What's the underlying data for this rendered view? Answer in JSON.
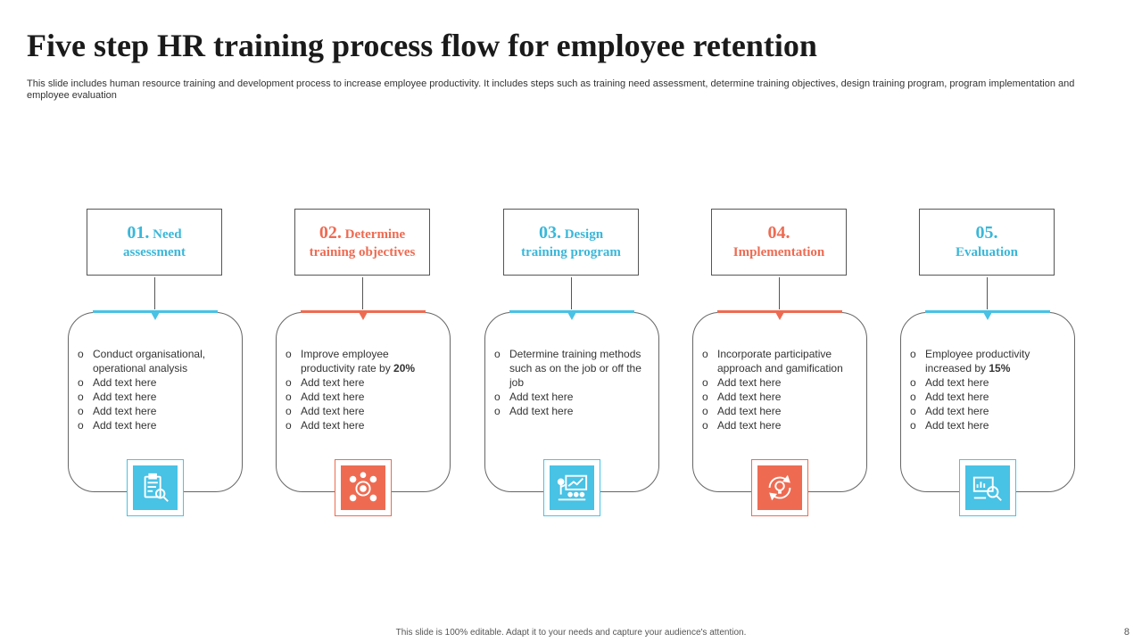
{
  "title": "Five step HR training process flow for employee retention",
  "subtitle": "This slide includes human resource training and development process to increase employee productivity. It includes steps such as training need assessment, determine training objectives, design training program, program implementation and employee evaluation",
  "colors": {
    "blue": "#48c2e5",
    "red": "#ee6b52"
  },
  "steps": [
    {
      "number": "01.",
      "title_rest": "Need",
      "title_line2": "assessment",
      "color": "blue",
      "icon": "clipboard-search-icon",
      "bullets": [
        {
          "text": "Conduct organisational, operational analysis"
        },
        {
          "text": "Add text here"
        },
        {
          "text": "Add text here"
        },
        {
          "text": "Add text here"
        },
        {
          "text": "Add text here"
        }
      ]
    },
    {
      "number": "02.",
      "title_rest": "Determine",
      "title_line2": "training objectives",
      "color": "red",
      "icon": "target-people-icon",
      "bullets": [
        {
          "text": "Improve employee productivity rate by ",
          "bold": "20%"
        },
        {
          "text": "Add text here"
        },
        {
          "text": "Add text here"
        },
        {
          "text": "Add text here"
        },
        {
          "text": "Add text here"
        }
      ]
    },
    {
      "number": "03.",
      "title_rest": "Design",
      "title_line2": "training program",
      "color": "blue",
      "icon": "presentation-board-icon",
      "bullets": [
        {
          "text": "Determine training methods such as on the job or off the job"
        },
        {
          "text": "Add text here"
        },
        {
          "text": "Add text here"
        }
      ]
    },
    {
      "number": "04.",
      "title_rest": "",
      "title_line2": "Implementation",
      "color": "red",
      "icon": "lightbulb-cycle-icon",
      "bullets": [
        {
          "text": "Incorporate participative approach and gamification"
        },
        {
          "text": "Add text here"
        },
        {
          "text": "Add text here"
        },
        {
          "text": "Add text here"
        },
        {
          "text": "Add text here"
        }
      ]
    },
    {
      "number": "05.",
      "title_rest": "",
      "title_line2": "Evaluation",
      "color": "blue",
      "icon": "chart-magnifier-icon",
      "bullets": [
        {
          "text": "Employee productivity increased by ",
          "bold": "15%"
        },
        {
          "text": "Add text here"
        },
        {
          "text": "Add text here"
        },
        {
          "text": "Add text here"
        },
        {
          "text": "Add text here"
        }
      ]
    }
  ],
  "footer": "This slide is 100% editable. Adapt it to your needs and capture your audience's attention.",
  "page_number": "8"
}
